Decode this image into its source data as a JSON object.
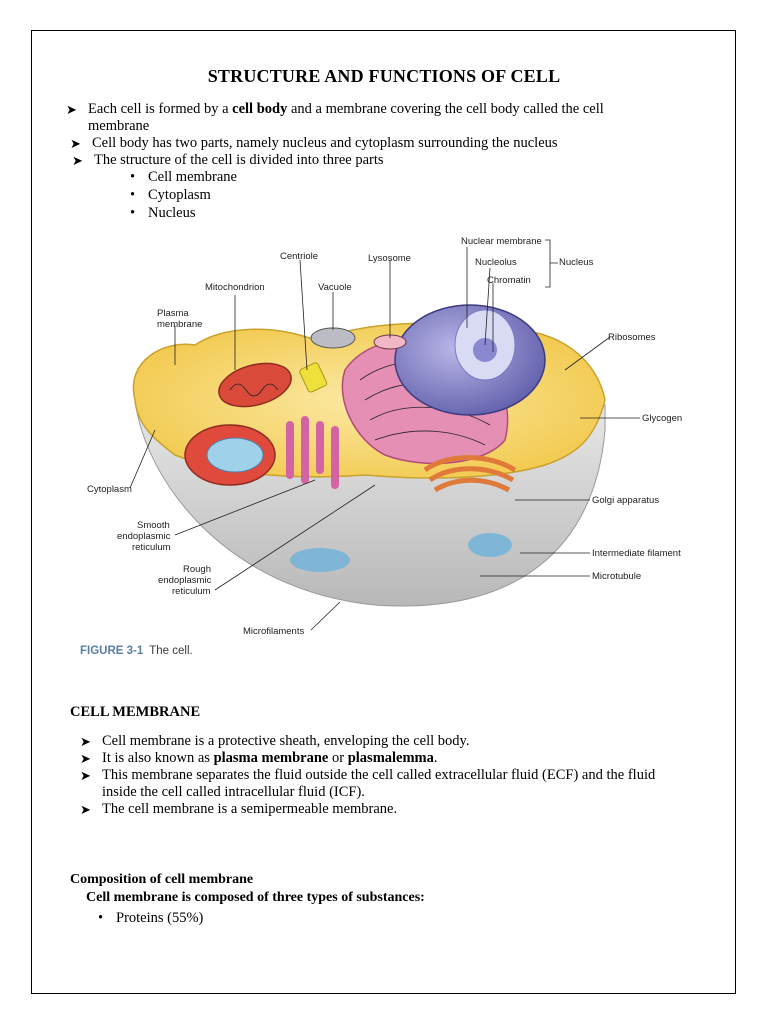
{
  "title": "STRUCTURE AND FUNCTIONS OF CELL",
  "intro": [
    {
      "pre": "Each cell is formed by a ",
      "bold": "cell body",
      "post": " and a membrane covering the cell body called the cell",
      "cont": "membrane"
    },
    {
      "text": "Cell body has two parts, namely nucleus and cytoplasm surrounding the nucleus"
    },
    {
      "text": "The structure of the cell is divided into three parts"
    }
  ],
  "parts": [
    "Cell membrane",
    "Cytoplasm",
    "Nucleus"
  ],
  "figure": {
    "labels": {
      "centriole": "Centriole",
      "lysosome": "Lysosome",
      "nuclear_membrane": "Nuclear membrane",
      "nucleolus": "Nucleolus",
      "chromatin": "Chromatin",
      "nucleus": "Nucleus",
      "mitochondrion": "Mitochondrion",
      "vacuole": "Vacuole",
      "plasma_membrane_1": "Plasma",
      "plasma_membrane_2": "membrane",
      "ribosomes": "Ribosomes",
      "glycogen": "Glycogen",
      "cytoplasm": "Cytoplasm",
      "smooth_er_1": "Smooth",
      "smooth_er_2": "endoplasmic",
      "smooth_er_3": "reticulum",
      "rough_er_1": "Rough",
      "rough_er_2": "endoplasmic",
      "rough_er_3": "reticulum",
      "golgi": "Golgi apparatus",
      "intermediate_filament": "Intermediate filament",
      "microtubule": "Microtubule",
      "microfilaments": "Microfilaments"
    },
    "caption_number": "FIGURE 3-1",
    "caption_text": "The cell."
  },
  "cell_membrane": {
    "heading": "CELL MEMBRANE",
    "points": [
      {
        "text": "Cell membrane is a protective sheath, enveloping the cell body."
      },
      {
        "pre": "It is also known as ",
        "b1": "plasma membrane",
        "mid": " or ",
        "b2": "plasmalemma",
        "post": "."
      },
      {
        "text": "This membrane separates the fluid outside the cell called extracellular fluid (ECF) and the fluid",
        "cont": "inside the cell called intracellular fluid (ICF)."
      },
      {
        "text": "The cell membrane is a semipermeable membrane."
      }
    ]
  },
  "composition": {
    "heading": "Composition of cell membrane",
    "subheading": "Cell membrane is composed of three types of substances:",
    "items": [
      "Proteins (55%)"
    ]
  }
}
